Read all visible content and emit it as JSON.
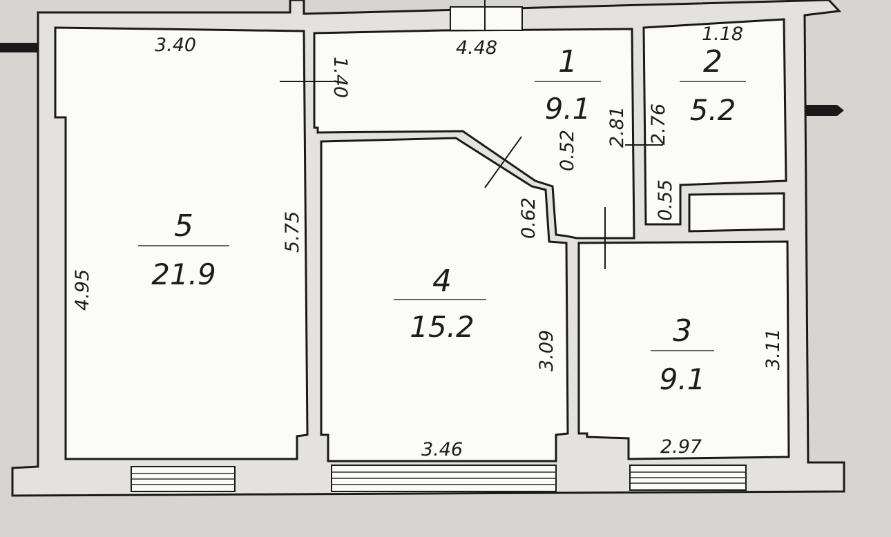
{
  "rooms": [
    {
      "id": "5",
      "number": "5",
      "area": "21.9"
    },
    {
      "id": "4",
      "number": "4",
      "area": "15.2"
    },
    {
      "id": "1",
      "number": "1",
      "area": "9.1"
    },
    {
      "id": "2",
      "number": "2",
      "area": "5.2"
    },
    {
      "id": "3",
      "number": "3",
      "area": "9.1"
    }
  ],
  "dimensions": {
    "room5_top": "3.40",
    "room5_left": "4.95",
    "room5_right": "5.75",
    "room1_top": "4.48",
    "room1_door": "1.40",
    "room1_inner": "0.52",
    "room1_right": "2.81",
    "room2_top": "1.18",
    "room2_left": "2.76",
    "room2_small": "0.55",
    "room4_corner": "0.62",
    "room4_right": "3.09",
    "room4_bottom": "3.46",
    "room3_bottom": "2.97",
    "room3_right": "3.11"
  },
  "colors": {
    "background": "#d6d5d1",
    "room_fill": "#fbfbf8",
    "wall_stroke": "#1a1a1a"
  }
}
